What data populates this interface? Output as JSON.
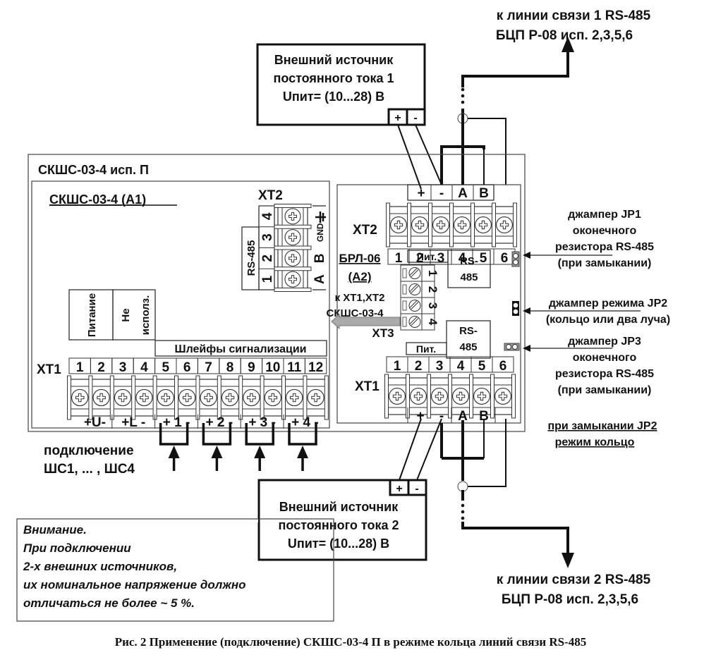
{
  "line1": {
    "title": "к линии связи 1 RS-485",
    "subtitle": "БЦП Р-08 исп. 2,3,5,6"
  },
  "line2": {
    "title": "к линии связи 2 RS-485",
    "subtitle": "БЦП Р-08 исп. 2,3,5,6"
  },
  "source1": {
    "lines": [
      "Внешний источник",
      "постоянного тока 1",
      "Uпит= (10...28) В"
    ],
    "plus": "+",
    "minus": "-"
  },
  "source2": {
    "lines": [
      "Внешний источник",
      "постоянного тока 2",
      "Uпит= (10...28) В"
    ],
    "plus": "+",
    "minus": "-"
  },
  "device": {
    "title": "СКШС-03-4 исп. П",
    "a1": {
      "title": "СКШС-03-4  (А1)",
      "xt2": {
        "label": "XT2",
        "group": "RS-485",
        "numbers": [
          "1",
          "2",
          "3",
          "4"
        ],
        "signals": [
          "A",
          "B",
          "GND",
          "⏚"
        ]
      },
      "xt1": {
        "label": "XT1",
        "groups": [
          "Питание",
          "Не",
          "исполз.",
          "Шлейфы сигнализации"
        ],
        "numbers": [
          "1",
          "2",
          "3",
          "4",
          "5",
          "6",
          "7",
          "8",
          "9",
          "10",
          "11",
          "12"
        ],
        "bottom": [
          "+U-",
          "+L -",
          "+ 1 -",
          "+ 2 -",
          "+ 3 -",
          "+ 4 -"
        ]
      }
    },
    "a2": {
      "title": "БРЛ-06",
      "subtitle": "(А2)",
      "xt3": {
        "label": "XT3",
        "numbers": [
          "1",
          "2",
          "3",
          "4"
        ],
        "arrow_label": [
          "к XT1,XT2",
          "СКШС-03-4"
        ]
      },
      "xt2": {
        "label": "XT2",
        "numbers": [
          "1",
          "2",
          "3",
          "4",
          "5",
          "6"
        ],
        "signals": [
          "+",
          "-",
          "A",
          "B"
        ],
        "pit": "Пит.",
        "rs": [
          "RS-",
          "485"
        ]
      },
      "xt1": {
        "label": "XT1",
        "numbers": [
          "1",
          "2",
          "3",
          "4",
          "5",
          "6"
        ],
        "signals": [
          "+",
          "-",
          "A",
          "B"
        ],
        "pit": "Пит.",
        "rs": [
          "RS-",
          "485"
        ]
      }
    }
  },
  "jumpers": {
    "jp1": [
      "джампер JP1",
      "оконечного",
      "резистора RS-485",
      "(при замыкании)"
    ],
    "jp2": [
      "джампер режима JP2",
      "(кольцо или два луча)"
    ],
    "jp3": [
      "джампер JP3",
      "оконечного",
      "резистора RS-485",
      "(при замыкании)"
    ],
    "ring_note": [
      "при замыкании JP2",
      " режим кольцо"
    ]
  },
  "loops_label": [
    "подключение",
    "ШС1, ... , ШС4"
  ],
  "warning": [
    "Внимание.",
    "При подключении",
    "2-х внешних источников,",
    "их номинальное напряжение должно",
    "отличаться не более ~ 5 %."
  ],
  "caption": "Рис. 2 Применение (подключение) СКШС-03-4 П в режиме кольца линий связи RS-485"
}
